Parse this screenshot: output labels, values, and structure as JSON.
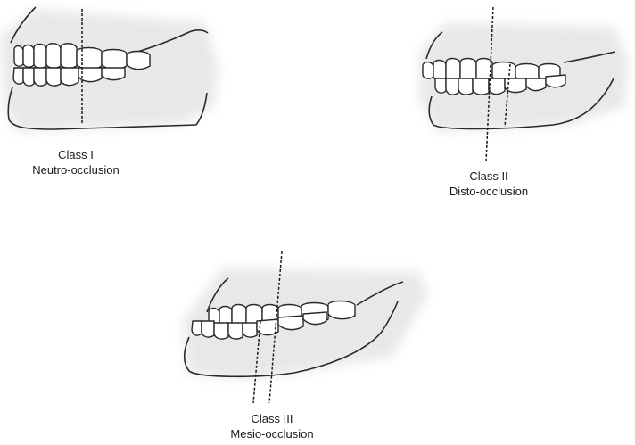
{
  "panels": [
    {
      "class_label": "Class I",
      "type_label": "Neutro-occlusion"
    },
    {
      "class_label": "Class II",
      "type_label": "Disto-occlusion"
    },
    {
      "class_label": "Class III",
      "type_label": "Mesio-occlusion"
    }
  ],
  "colors": {
    "outline": "#2a2a2a",
    "shade": "#e4e4e4",
    "tooth_fill": "#ffffff",
    "text": "#1a1a1a"
  }
}
